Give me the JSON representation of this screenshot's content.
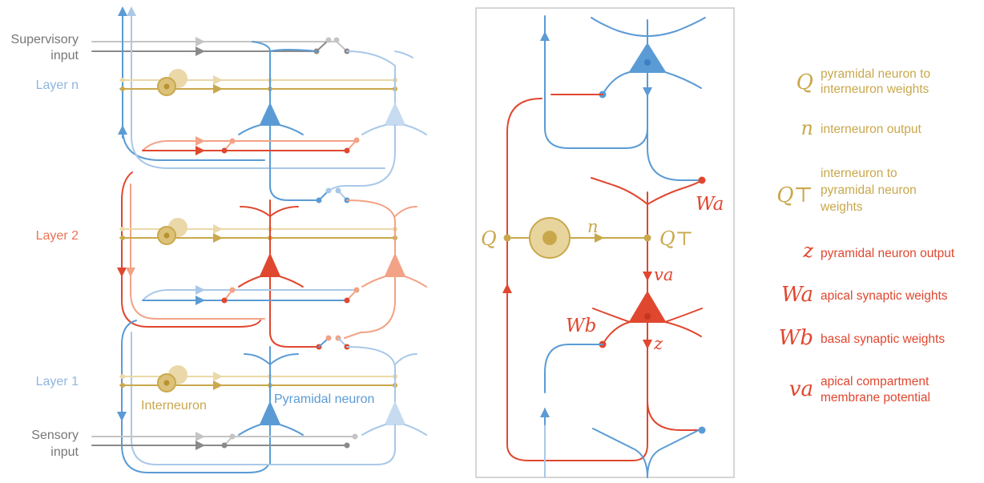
{
  "colors": {
    "blue": "#5b9bd5",
    "light_blue": "#a9c8e8",
    "red": "#e0472f",
    "salmon": "#f2a285",
    "gold": "#c9a84c",
    "light_gold": "#ead8a8",
    "gray": "#8a8a8a",
    "light_gray": "#c4c4c4"
  },
  "left_panel": {
    "supervisory_input": [
      "Supervisory",
      "input"
    ],
    "layer_n": "Layer n",
    "layer_2": "Layer 2",
    "layer_1": "Layer 1",
    "interneuron": "Interneuron",
    "pyramidal_neuron": "Pyramidal neuron",
    "sensory_input": [
      "Sensory",
      "input"
    ]
  },
  "right_panel": {
    "Q": "Q",
    "n": "n",
    "QT": "Q⊤",
    "va": "va",
    "z": "z",
    "Wa": "Wa",
    "Wb": "Wb"
  },
  "legend": [
    {
      "sym": "Q",
      "desc": [
        "pyramidal neuron to",
        "interneuron weights"
      ],
      "color": "gold"
    },
    {
      "sym": "n",
      "desc": [
        "interneuron output"
      ],
      "color": "gold"
    },
    {
      "sym": "Q⊤",
      "desc": [
        "interneuron to",
        "pyramidal neuron",
        "weights"
      ],
      "color": "gold"
    },
    {
      "sym": "z",
      "desc": [
        "pyramidal neuron output"
      ],
      "color": "red"
    },
    {
      "sym": "Wa",
      "desc": [
        "apical synaptic weights"
      ],
      "color": "red"
    },
    {
      "sym": "Wb",
      "desc": [
        "basal synaptic weights"
      ],
      "color": "red"
    },
    {
      "sym": "va",
      "desc": [
        "apical compartment",
        "membrane potential"
      ],
      "color": "red"
    }
  ]
}
